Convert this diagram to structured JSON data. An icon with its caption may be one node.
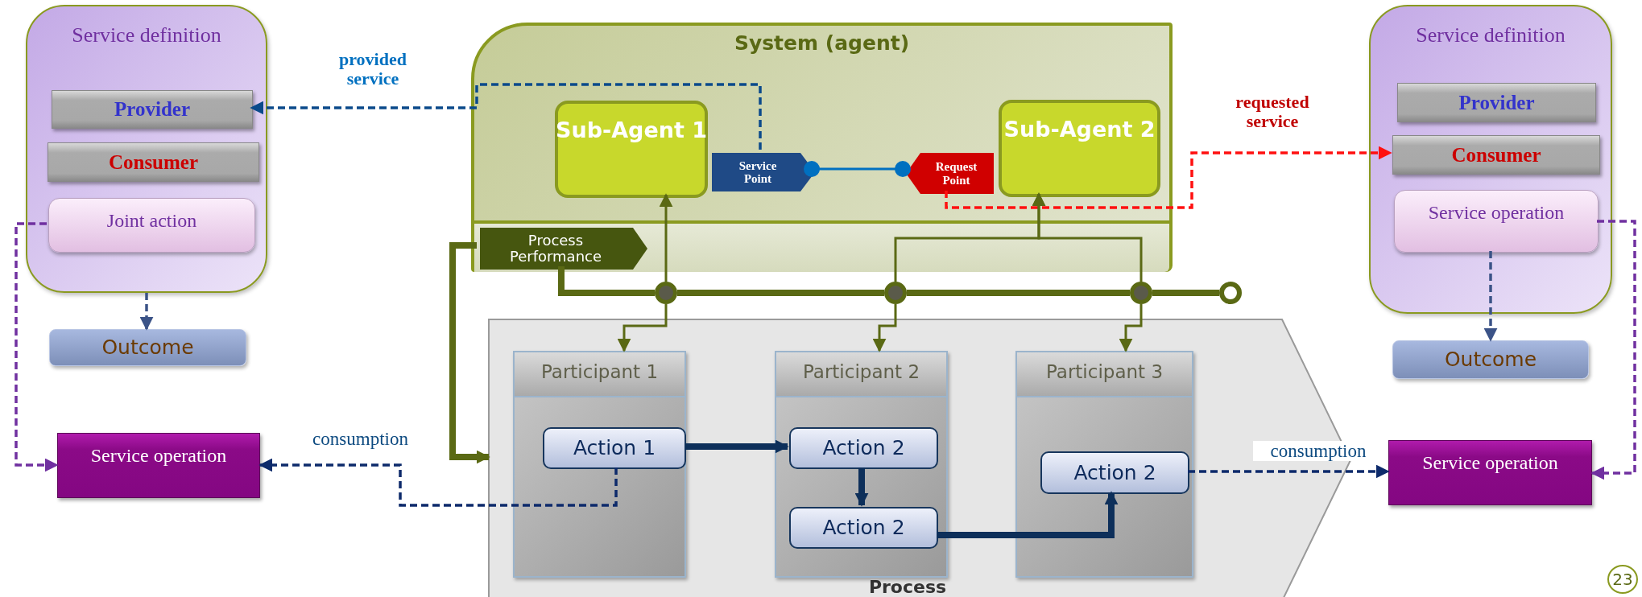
{
  "diagram": {
    "nodes": [
      {
        "text": [
          "Service definition"
        ]
      },
      {
        "text": [
          "Provider"
        ],
        "in": 0
      },
      {
        "text": [
          "Consumer"
        ],
        "in": 0
      },
      {
        "text": [
          "Joint action"
        ],
        "in": 0
      },
      {
        "text": [
          "System (agent)"
        ]
      },
      {
        "text": [
          "Sub-Agent 1"
        ],
        "in": 4
      },
      {
        "text": [
          "Service Point"
        ],
        "in": 4
      },
      {
        "text": [
          "Sub-Agent 2"
        ],
        "in": 4
      },
      {
        "text": [
          "Request Point"
        ],
        "in": 4
      },
      {
        "text": [
          "Process Performance"
        ],
        "in": 4
      },
      {
        "text": [
          "Service definition"
        ]
      },
      {
        "text": [
          "Provider"
        ],
        "in": 10
      },
      {
        "text": [
          "Consumer"
        ],
        "in": 10
      },
      {
        "text": [
          "Service operation"
        ],
        "in": 10
      },
      {
        "text": [
          "Outcome"
        ]
      },
      {
        "text": [
          "Outcome"
        ]
      },
      {
        "text": [],
        "shape": "circle"
      },
      {
        "text": [],
        "shape": "circle"
      },
      {
        "text": [],
        "shape": "circle"
      },
      {
        "text": [],
        "shape": "circle"
      },
      {
        "text": [
          "Process"
        ]
      },
      {
        "text": [
          "Participant 1"
        ],
        "in": 20
      },
      {
        "text": [
          "Action 1"
        ],
        "in": 21
      },
      {
        "text": [
          "Participant 2"
        ],
        "in": 20
      },
      {
        "text": [
          "Action 2"
        ],
        "in": 23
      },
      {
        "text": [
          "Action 2"
        ],
        "in": 23
      },
      {
        "text": [
          "Participant 3"
        ],
        "in": 20
      },
      {
        "text": [
          "Action 2"
        ],
        "in": 26
      },
      {
        "text": [
          "Service operation"
        ]
      },
      {
        "text": [
          "Service operation"
        ]
      }
    ],
    "edges": [
      {
        "from": 6,
        "to": 1,
        "arrow": "to",
        "label": "provided service",
        "style": "dashed",
        "color": "#0b4a8b"
      },
      {
        "from": 8,
        "to": 12,
        "arrow": "to",
        "label": "requested service",
        "style": "dashed",
        "color": "#ff1010"
      },
      {
        "from": 6,
        "to": 8,
        "arrow": "other",
        "color": "#0070c0"
      },
      {
        "from": 3,
        "to": 28,
        "arrow": "to",
        "style": "dashed",
        "color": "#7030a0"
      },
      {
        "from": 0,
        "to": 14,
        "arrow": "to",
        "style": "dashed",
        "color": "#3b5387"
      },
      {
        "from": 13,
        "to": 15,
        "arrow": "to",
        "style": "dashed",
        "color": "#3b5387"
      },
      {
        "from": 13,
        "to": 29,
        "arrow": "to",
        "style": "dashed",
        "color": "#7030a0"
      },
      {
        "from": 22,
        "to": 28,
        "arrow": "to",
        "label": "consumption",
        "style": "dashed",
        "color": "#0d2a6b"
      },
      {
        "from": 27,
        "to": 29,
        "arrow": "to",
        "label": "consumption",
        "style": "dashed",
        "color": "#0d2a6b"
      },
      {
        "from": 22,
        "to": 24,
        "arrow": "to",
        "style": "thick",
        "color": "#0d2f5a"
      },
      {
        "from": 24,
        "to": 25,
        "arrow": "to",
        "style": "thick",
        "color": "#0d2f5a"
      },
      {
        "from": 25,
        "to": 27,
        "arrow": "to",
        "style": "thick",
        "color": "#0d2f5a"
      },
      {
        "from": 9,
        "to": 20,
        "arrow": "to",
        "style": "thick",
        "color": "#5a6914"
      },
      {
        "from": 9,
        "to": 16,
        "arrow": "none",
        "style": "thick",
        "color": "#5a6914"
      },
      {
        "from": 16,
        "to": 17,
        "arrow": "none",
        "style": "thick",
        "color": "#5a6914"
      },
      {
        "from": 17,
        "to": 18,
        "arrow": "none",
        "style": "thick",
        "color": "#5a6914"
      },
      {
        "from": 18,
        "to": 19,
        "arrow": "none",
        "style": "thick",
        "color": "#5a6914"
      },
      {
        "from": 16,
        "to": 5,
        "arrow": "to",
        "color": "#5a6914"
      },
      {
        "from": 17,
        "to": 7,
        "arrow": "to",
        "color": "#5a6914"
      },
      {
        "from": 18,
        "to": 7,
        "arrow": "to",
        "color": "#5a6914"
      },
      {
        "from": 16,
        "to": 21,
        "arrow": "to",
        "color": "#5a6914"
      },
      {
        "from": 17,
        "to": 23,
        "arrow": "to",
        "color": "#5a6914"
      },
      {
        "from": 18,
        "to": 26,
        "arrow": "to",
        "color": "#5a6914"
      }
    ],
    "labels": [
      "23"
    ]
  }
}
